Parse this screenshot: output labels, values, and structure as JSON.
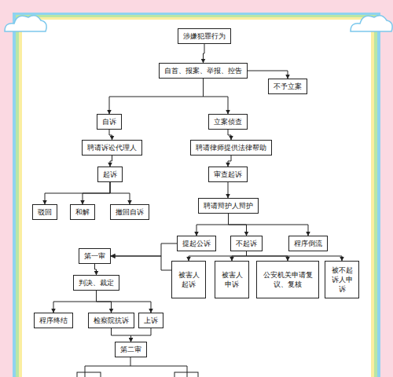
{
  "diagram": {
    "nodes": [
      {
        "text": [
          "涉嫌犯罪行为"
        ]
      },
      {
        "text": [
          "自首、报案、举报、控告"
        ]
      },
      {
        "text": [
          "不予立案"
        ]
      },
      {
        "text": [
          "自诉"
        ]
      },
      {
        "text": [
          "立案侦查"
        ]
      },
      {
        "text": [
          "聘请诉讼代理人"
        ]
      },
      {
        "text": [
          "聘请律师提供法律帮助"
        ]
      },
      {
        "text": [
          "起诉"
        ]
      },
      {
        "text": [
          "审查起诉"
        ]
      },
      {
        "text": [
          "驳回"
        ]
      },
      {
        "text": [
          "和解"
        ]
      },
      {
        "text": [
          "撤回自诉"
        ]
      },
      {
        "text": [
          "聘请辩护人辩护"
        ]
      },
      {
        "text": [
          "提起公诉"
        ]
      },
      {
        "text": [
          "不起诉"
        ]
      },
      {
        "text": [
          "程序倒流"
        ]
      },
      {
        "text": [
          "第一审"
        ]
      },
      {
        "text": [
          "被害人起诉"
        ]
      },
      {
        "text": [
          "被害人申诉"
        ]
      },
      {
        "text": [
          "公安机关申请复议、复核"
        ]
      },
      {
        "text": [
          "被不起诉人申诉"
        ]
      },
      {
        "text": [
          "判决、裁定"
        ]
      },
      {
        "text": [
          "程序终结"
        ]
      },
      {
        "text": [
          "检察院抗诉"
        ]
      },
      {
        "text": [
          "上诉"
        ]
      },
      {
        "text": [
          "第二审"
        ]
      }
    ],
    "edges": [
      {
        "from": 0,
        "to": 1,
        "arrow": "to"
      },
      {
        "from": 1,
        "to": 2,
        "arrow": "to"
      },
      {
        "from": 1,
        "to": 3,
        "arrow": "to"
      },
      {
        "from": 1,
        "to": 4,
        "arrow": "to"
      },
      {
        "from": 3,
        "to": 5,
        "arrow": "to"
      },
      {
        "from": 4,
        "to": 6,
        "arrow": "to"
      },
      {
        "from": 5,
        "to": 7,
        "arrow": "to"
      },
      {
        "from": 6,
        "to": 8,
        "arrow": "to"
      },
      {
        "from": 7,
        "to": 9,
        "arrow": "to"
      },
      {
        "from": 7,
        "to": 10,
        "arrow": "to"
      },
      {
        "from": 7,
        "to": 11,
        "arrow": "to"
      },
      {
        "from": 8,
        "to": 12,
        "arrow": "to"
      },
      {
        "from": 12,
        "to": 13,
        "arrow": "to"
      },
      {
        "from": 12,
        "to": 14,
        "arrow": "to"
      },
      {
        "from": 12,
        "to": 15,
        "arrow": "to"
      },
      {
        "from": 13,
        "to": 16,
        "arrow": "to"
      },
      {
        "from": 14,
        "to": 17,
        "arrow": "to"
      },
      {
        "from": 14,
        "to": 18,
        "arrow": "to"
      },
      {
        "from": 14,
        "to": 19,
        "arrow": "to"
      },
      {
        "from": 14,
        "to": 20,
        "arrow": "to"
      },
      {
        "from": 17,
        "to": 16,
        "arrow": "to"
      },
      {
        "from": 16,
        "to": 21,
        "arrow": "to"
      },
      {
        "from": 21,
        "to": 22,
        "arrow": "to"
      },
      {
        "from": 21,
        "to": 23,
        "arrow": "to"
      },
      {
        "from": 21,
        "to": 24,
        "arrow": "to"
      },
      {
        "from": 23,
        "to": 25,
        "arrow": "to"
      },
      {
        "from": 24,
        "to": 25,
        "arrow": "to"
      }
    ]
  }
}
